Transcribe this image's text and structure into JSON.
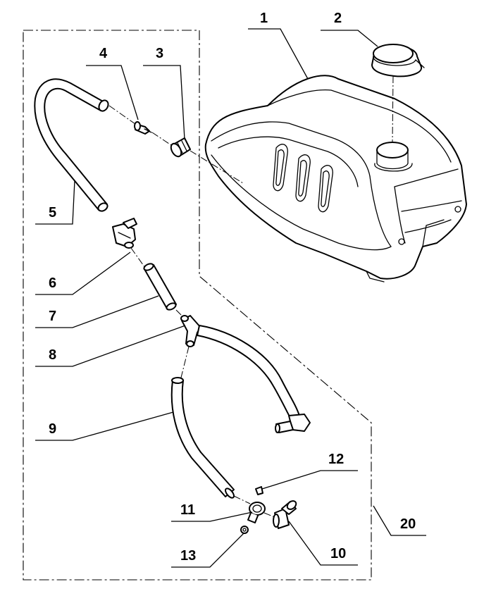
{
  "callouts": [
    {
      "id": "1",
      "label": "1"
    },
    {
      "id": "2",
      "label": "2"
    },
    {
      "id": "3",
      "label": "3"
    },
    {
      "id": "4",
      "label": "4"
    },
    {
      "id": "5",
      "label": "5"
    },
    {
      "id": "6",
      "label": "6"
    },
    {
      "id": "7",
      "label": "7"
    },
    {
      "id": "8",
      "label": "8"
    },
    {
      "id": "9",
      "label": "9"
    },
    {
      "id": "10",
      "label": "10"
    },
    {
      "id": "11",
      "label": "11"
    },
    {
      "id": "12",
      "label": "12"
    },
    {
      "id": "13",
      "label": "13"
    },
    {
      "id": "20",
      "label": "20"
    }
  ]
}
